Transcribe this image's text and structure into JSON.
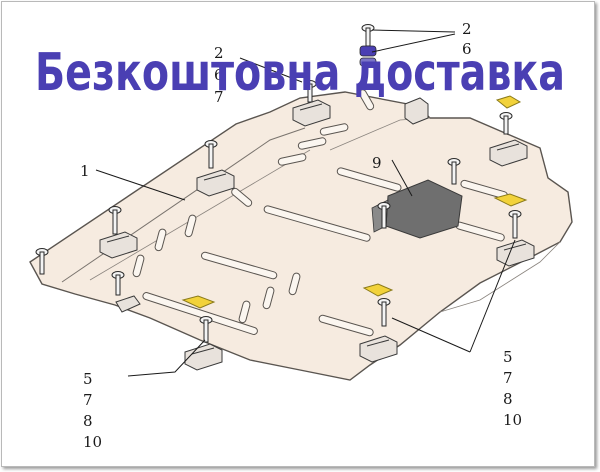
{
  "banner": {
    "text": "Безкоштовна  доставка",
    "color": "#4a3fb3"
  },
  "callouts": {
    "top_right": [
      "2",
      "6"
    ],
    "top_center": [
      "2",
      "6",
      "7"
    ],
    "plate": "1",
    "hatch": "9",
    "bottom_left": [
      "5",
      "7",
      "8",
      "10"
    ],
    "bottom_right": [
      "5",
      "7",
      "8",
      "10"
    ]
  },
  "colors": {
    "plate_fill": "#f6ebe0",
    "plate_stroke": "#5a5550",
    "hatch_fill": "#6f6f6f",
    "accent_yellow": "#f2d23a"
  }
}
